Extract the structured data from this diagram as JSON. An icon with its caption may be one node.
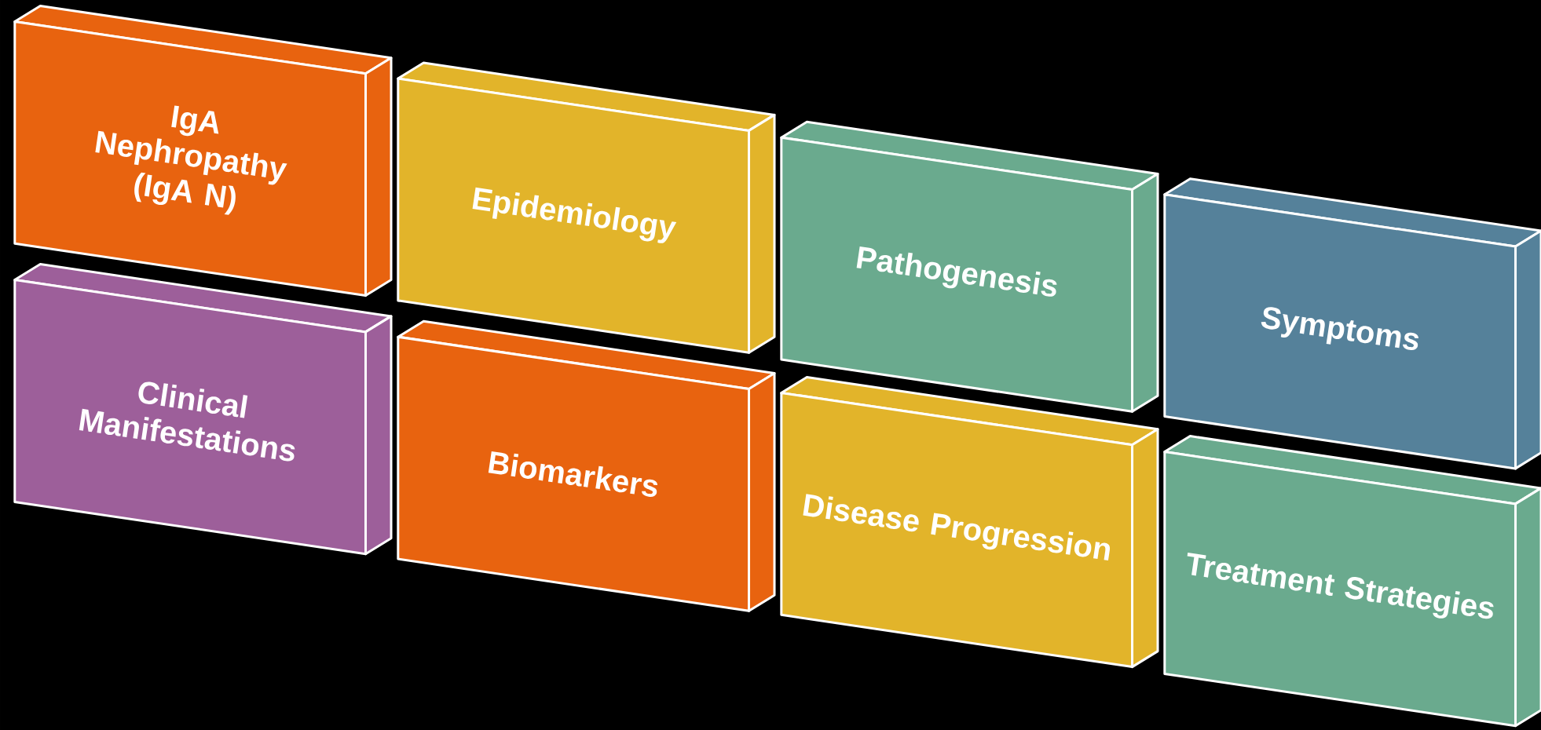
{
  "diagram": {
    "nodes": [
      {
        "text": [
          "IgA Nephropathy (IgA N)"
        ]
      },
      {
        "text": [
          "Epidemiology"
        ]
      },
      {
        "text": [
          "Pathogenesis"
        ]
      },
      {
        "text": [
          "Symptoms"
        ]
      },
      {
        "text": [
          "Clinical Manifestations"
        ]
      },
      {
        "text": [
          "Biomarkers"
        ]
      },
      {
        "text": [
          "Disease Progression"
        ]
      },
      {
        "text": [
          "Treatment Strategies"
        ]
      }
    ]
  }
}
